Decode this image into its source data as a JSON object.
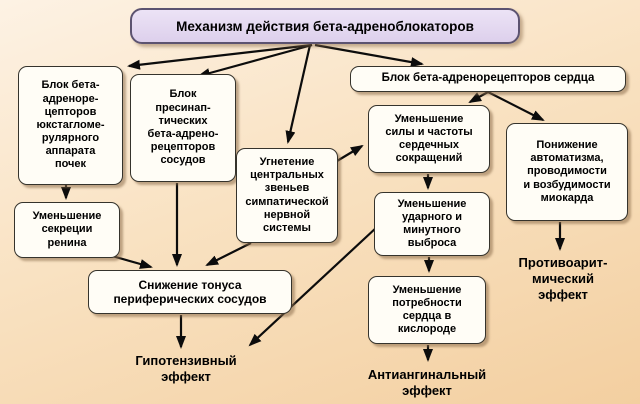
{
  "title": "Механизм действия бета-адреноблокаторов",
  "colors": {
    "background_top": "#fdf2e4",
    "background_bottom": "#f3cfa0",
    "box_fill": "#fffdf6",
    "box_border": "#35332c",
    "title_fill": "#e3d7f0",
    "title_border": "#5c5370",
    "arrow": "#0c0c0c",
    "text": "#000000"
  },
  "nodes": {
    "box1": {
      "text": "Блок бета-\nадреноре-\nцепторов\nюкстагломе-\nрулярного\nаппарата\nпочек"
    },
    "box2": {
      "text": "Блок\nпресинап-\nтических\nбета-адрено-\nрецепторов\nсосудов"
    },
    "box3": {
      "text": "Блок бета-адренорецепторов сердца"
    },
    "box4": {
      "text": "Угнетение\nцентральных\nзвеньев\nсимпатической\nнервной\nсистемы"
    },
    "box5": {
      "text": "Уменьшение\nсилы и частоты\nсердечных\nсокращений"
    },
    "box6": {
      "text": "Понижение\nавтоматизма,\nпроводимости\nи возбудимости\nмиокарда"
    },
    "box7": {
      "text": "Уменьшение\nсекреции\nренина"
    },
    "box8": {
      "text": "Уменьшение\nударного и\nминутного\nвыброса"
    },
    "box9": {
      "text": "Снижение тонуса\nпериферических сосудов"
    },
    "box10": {
      "text": "Уменьшение\nпотребности\nсердца в\nкислороде"
    }
  },
  "effects": {
    "hypotensive": {
      "text": "Гипотензивный\nэффект"
    },
    "antianginal": {
      "text": "Антиангинальный\nэффект"
    },
    "antiarrhythmic": {
      "text": "Противоарит-\nмический\nэффект"
    }
  }
}
